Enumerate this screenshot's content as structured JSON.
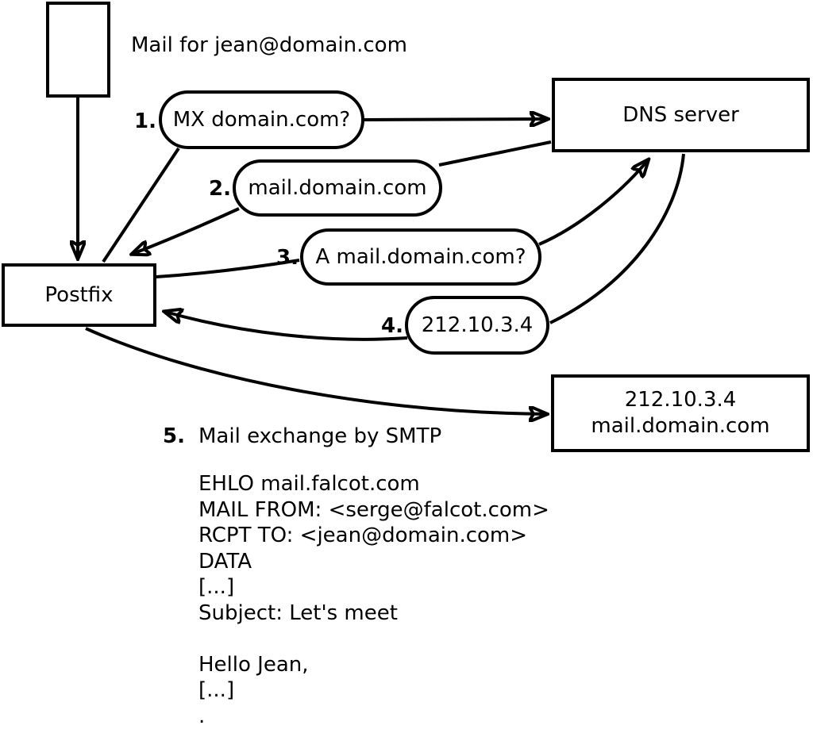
{
  "canvas": {
    "ink_color": "#000000",
    "background_color": "#ffffff"
  },
  "nodes": {
    "mail_caption": "Mail for jean@domain.com",
    "dns_server_label": "DNS server",
    "postfix_label": "Postfix",
    "destination": {
      "line1": "212.10.3.4",
      "line2": "mail.domain.com"
    }
  },
  "steps": [
    {
      "number": "1.",
      "label": "MX domain.com?"
    },
    {
      "number": "2.",
      "label": "mail.domain.com"
    },
    {
      "number": "3.",
      "label": "A mail.domain.com?"
    },
    {
      "number": "4.",
      "label": "212.10.3.4"
    },
    {
      "number": "5.",
      "label": "Mail exchange by SMTP"
    }
  ],
  "smtp_session": {
    "lines": [
      "EHLO mail.falcot.com",
      "MAIL FROM: <serge@falcot.com>",
      "RCPT TO: <jean@domain.com>",
      "DATA",
      "[...]",
      "Subject: Let's meet",
      "",
      "Hello Jean,",
      "[...]",
      "."
    ]
  }
}
